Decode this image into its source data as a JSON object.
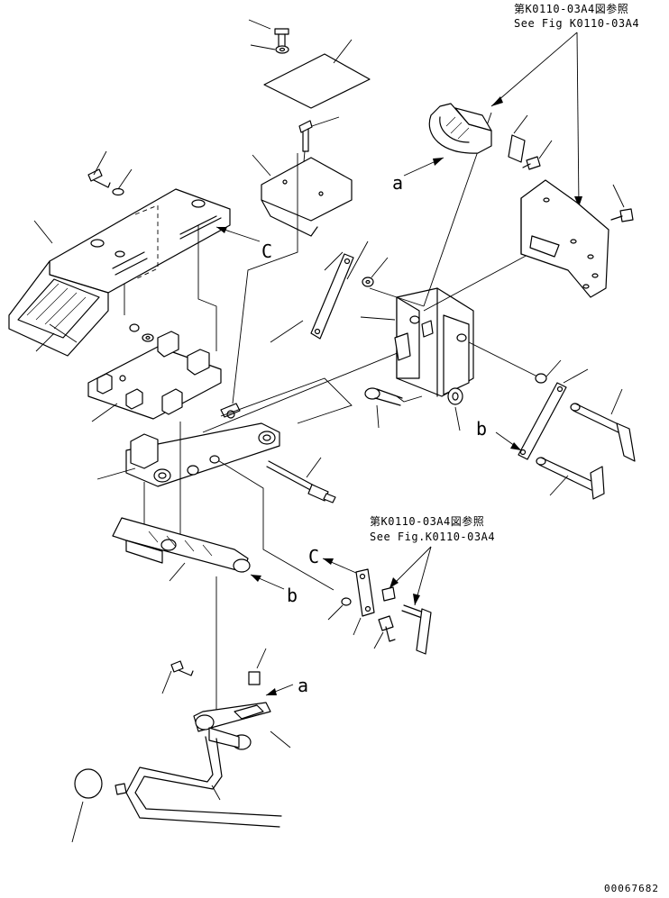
{
  "figure": {
    "ref_top_jp": "第K0110-03A4図参照",
    "ref_top_en": "See Fig K0110-03A4",
    "ref_mid_jp": "第K0110-03A4図参照",
    "ref_mid_en": "See Fig.K0110-03A4",
    "part_number": "00067682",
    "callouts": {
      "a_upper": "a",
      "c_upper": "C",
      "b_right": "b",
      "c_lower": "C",
      "b_lower": "b",
      "a_lower": "a"
    }
  }
}
